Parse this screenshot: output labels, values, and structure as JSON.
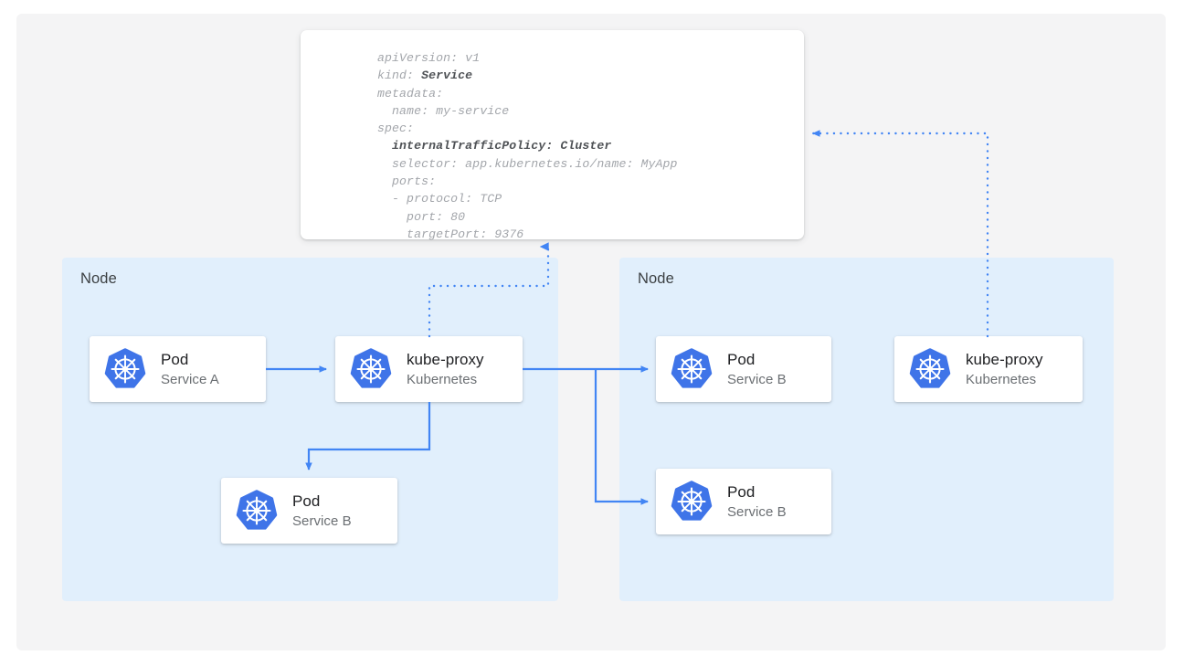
{
  "diagram": {
    "title": "Kubernetes Service internalTrafficPolicy Cluster traffic routing",
    "accent_color": "#4285f4",
    "canvas_color": "#f4f4f5",
    "node_panel_color": "#e1effc",
    "card_color": "#ffffff",
    "title_text_color": "#202124",
    "subtitle_text_color": "#6b6f73"
  },
  "manifest": {
    "name": "service-manifest",
    "lines": [
      {
        "indent": 0,
        "text": "apiVersion: v1"
      },
      {
        "indent": 0,
        "text": "kind: ",
        "bold": "Service"
      },
      {
        "indent": 0,
        "text": "metadata:"
      },
      {
        "indent": 1,
        "text": "name: my-service"
      },
      {
        "indent": 0,
        "text": "spec:"
      },
      {
        "indent": 1,
        "text": "",
        "bold": "internalTrafficPolicy: Cluster"
      },
      {
        "indent": 1,
        "text": "selector: app.kubernetes.io/name: MyApp"
      },
      {
        "indent": 1,
        "text": "ports:"
      },
      {
        "indent": 1,
        "text": "- protocol: TCP"
      },
      {
        "indent": 2,
        "text": "port: 80"
      },
      {
        "indent": 2,
        "text": "targetPort: 9376"
      }
    ],
    "raw": "apiVersion: v1\nkind: Service\nmetadata:\n  name: my-service\nspec:\n  internalTrafficPolicy: Cluster\n  selector: app.kubernetes.io/name: MyApp\n  ports:\n  - protocol: TCP\n    port: 80\n    targetPort: 9376"
  },
  "nodes": [
    {
      "id": "node-left",
      "label": "Node"
    },
    {
      "id": "node-right",
      "label": "Node"
    }
  ],
  "cards": {
    "pod_a": {
      "title": "Pod",
      "subtitle": "Service A",
      "icon": "kubernetes-icon"
    },
    "kubeproxy_left": {
      "title": "kube-proxy",
      "subtitle": "Kubernetes",
      "icon": "kubernetes-icon"
    },
    "pod_b_local": {
      "title": "Pod",
      "subtitle": "Service B",
      "icon": "kubernetes-icon"
    },
    "pod_b_remote_1": {
      "title": "Pod",
      "subtitle": "Service B",
      "icon": "kubernetes-icon"
    },
    "pod_b_remote_2": {
      "title": "Pod",
      "subtitle": "Service B",
      "icon": "kubernetes-icon"
    },
    "kubeproxy_right": {
      "title": "kube-proxy",
      "subtitle": "Kubernetes",
      "icon": "kubernetes-icon"
    }
  },
  "connectors": [
    {
      "name": "pod-a-to-kubeproxy",
      "style": "solid",
      "arrow": true
    },
    {
      "name": "kubeproxy-to-local-pod-b",
      "style": "solid",
      "arrow": true
    },
    {
      "name": "kubeproxy-to-remote-pod-b-1",
      "style": "solid",
      "arrow": true
    },
    {
      "name": "kubeproxy-to-remote-pod-b-2",
      "style": "solid",
      "arrow": true
    },
    {
      "name": "left-kubeproxy-to-manifest",
      "style": "dotted",
      "arrow": true
    },
    {
      "name": "right-kubeproxy-to-manifest",
      "style": "dotted",
      "arrow": true
    }
  ]
}
